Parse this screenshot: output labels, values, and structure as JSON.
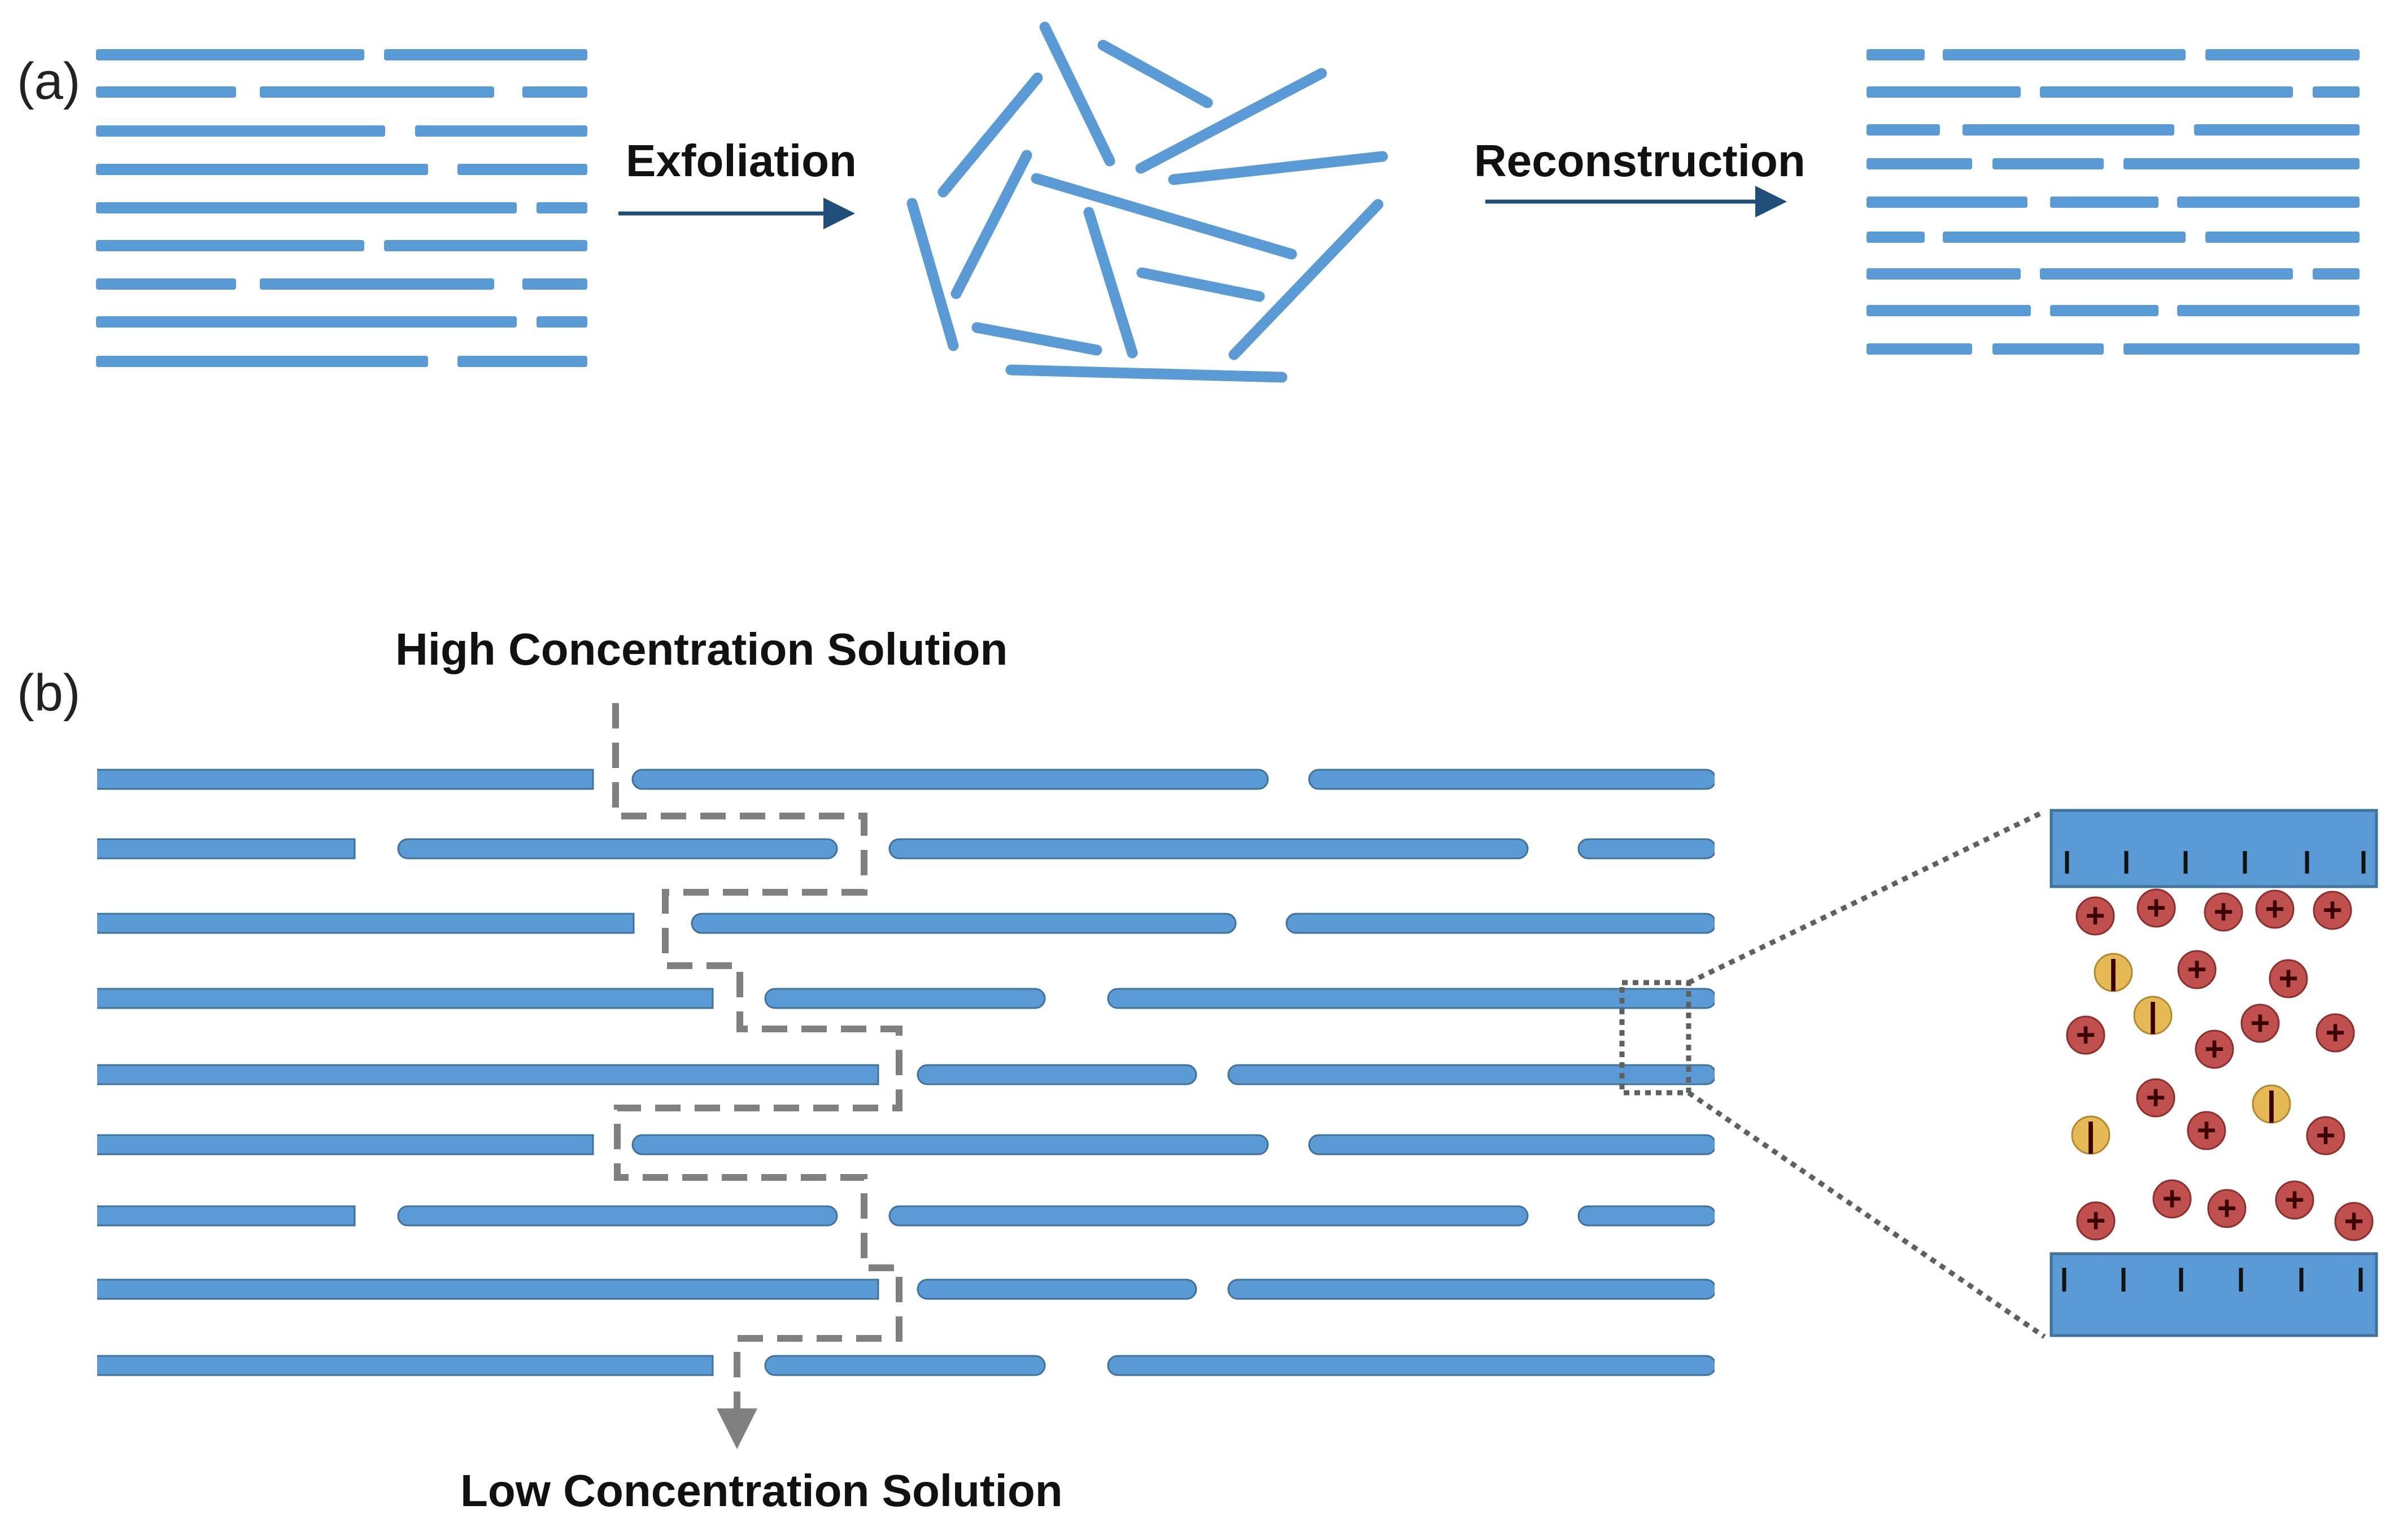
{
  "panel_a": {
    "label": "(a)",
    "step1_label": "Exfoliation",
    "step2_label": "Reconstruction"
  },
  "panel_b": {
    "label": "(b)",
    "top_label": "High Concentration Solution",
    "bottom_label": "Low Concentration Solution",
    "cation_symbol": "+",
    "anion_symbol": "|",
    "surface_charge_symbol": "|"
  },
  "colors": {
    "sheet_fill": "#5b9bd5",
    "sheet_stroke": "#41719c",
    "arrow": "#1f4e79",
    "path_dash": "#808080",
    "zoom_dots": "#606060",
    "cation_fill": "#c0504d",
    "anion_fill": "#e6b956",
    "background": "#ffffff"
  }
}
